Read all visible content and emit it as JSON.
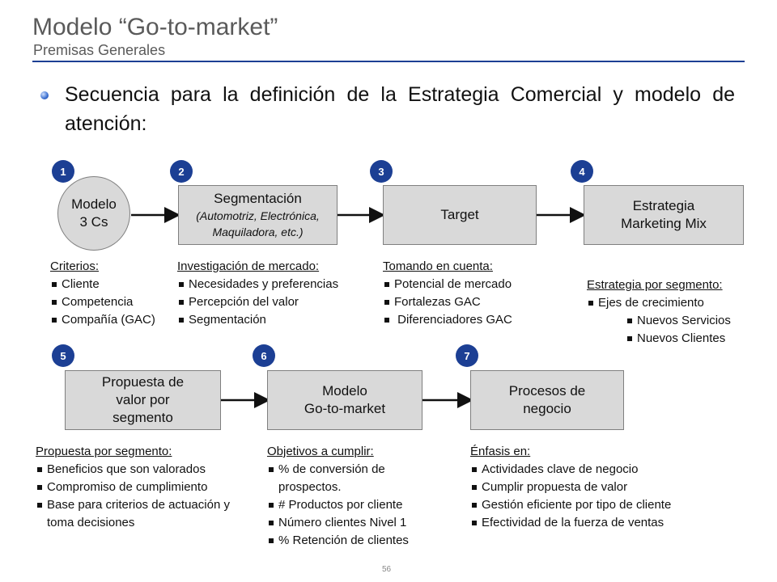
{
  "header": {
    "title": "Modelo “Go-to-market”",
    "subtitle": "Premisas Generales"
  },
  "headline": "Secuencia para la definición de la Estrategia Comercial y modelo de atención:",
  "steps": [
    {
      "number": "1",
      "title": "Modelo\n3 Cs",
      "subtitle": ""
    },
    {
      "number": "2",
      "title": "Segmentación",
      "subtitle": "(Automotriz, Electrónica,\nMaquiladora, etc.)"
    },
    {
      "number": "3",
      "title": "Target",
      "subtitle": ""
    },
    {
      "number": "4",
      "title": "Estrategia\nMarketing Mix",
      "subtitle": ""
    },
    {
      "number": "5",
      "title": "Propuesta de\nvalor por\nsegmento",
      "subtitle": ""
    },
    {
      "number": "6",
      "title": "Modelo\nGo-to-market",
      "subtitle": ""
    },
    {
      "number": "7",
      "title": "Procesos de\nnegocio",
      "subtitle": ""
    }
  ],
  "details": [
    {
      "heading": "Criterios:",
      "items": [
        "Cliente",
        "Competencia",
        "Compañía (GAC)"
      ]
    },
    {
      "heading": "Investigación de mercado:",
      "items": [
        "Necesidades y preferencias",
        "Percepción del valor",
        "Segmentación"
      ]
    },
    {
      "heading": "Tomando en cuenta:",
      "items": [
        "Potencial de mercado",
        "Fortalezas GAC",
        " Diferenciadores GAC"
      ]
    },
    {
      "heading": "Estrategia por segmento:",
      "items": [
        "Ejes de crecimiento"
      ],
      "subitems": [
        "Nuevos Servicios",
        "Nuevos Clientes"
      ]
    },
    {
      "heading": "Propuesta por segmento:",
      "items": [
        "Beneficios que son valorados",
        "Compromiso de cumplimiento",
        "Base para criterios de actuación y toma decisiones"
      ]
    },
    {
      "heading": "Objetivos a cumplir:",
      "items": [
        "% de conversión de prospectos.",
        "# Productos por cliente",
        "Número clientes Nivel 1",
        "% Retención de clientes"
      ]
    },
    {
      "heading": "Énfasis en:",
      "items": [
        "Actividades clave de negocio",
        "Cumplir propuesta de valor",
        "Gestión eficiente por tipo de cliente",
        "Efectividad de la fuerza de ventas"
      ]
    }
  ],
  "page_number": "56",
  "colors": {
    "accent": "#1c3f94",
    "box_fill": "#d9d9d9",
    "title_gray": "#5a5a5a"
  }
}
